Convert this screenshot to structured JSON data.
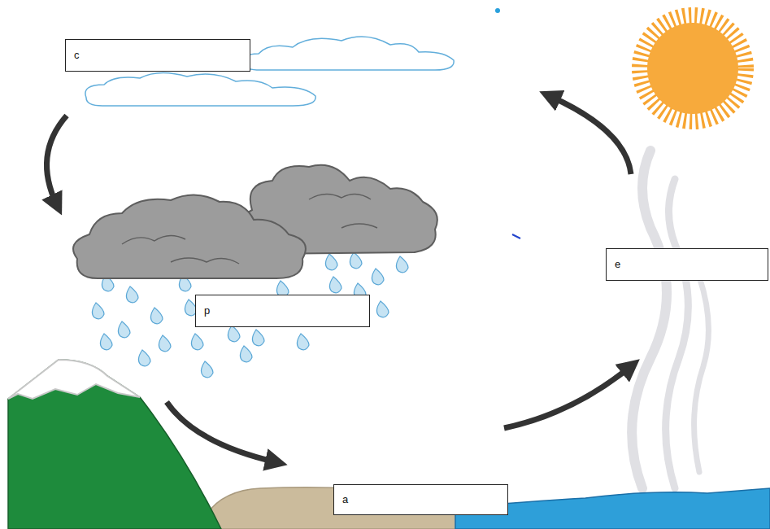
{
  "diagram": {
    "nodes": [
      {
        "text": [
          "c"
        ]
      },
      {
        "text": [
          "e"
        ]
      },
      {
        "text": [
          "p"
        ]
      },
      {
        "text": [
          "a"
        ]
      }
    ]
  }
}
